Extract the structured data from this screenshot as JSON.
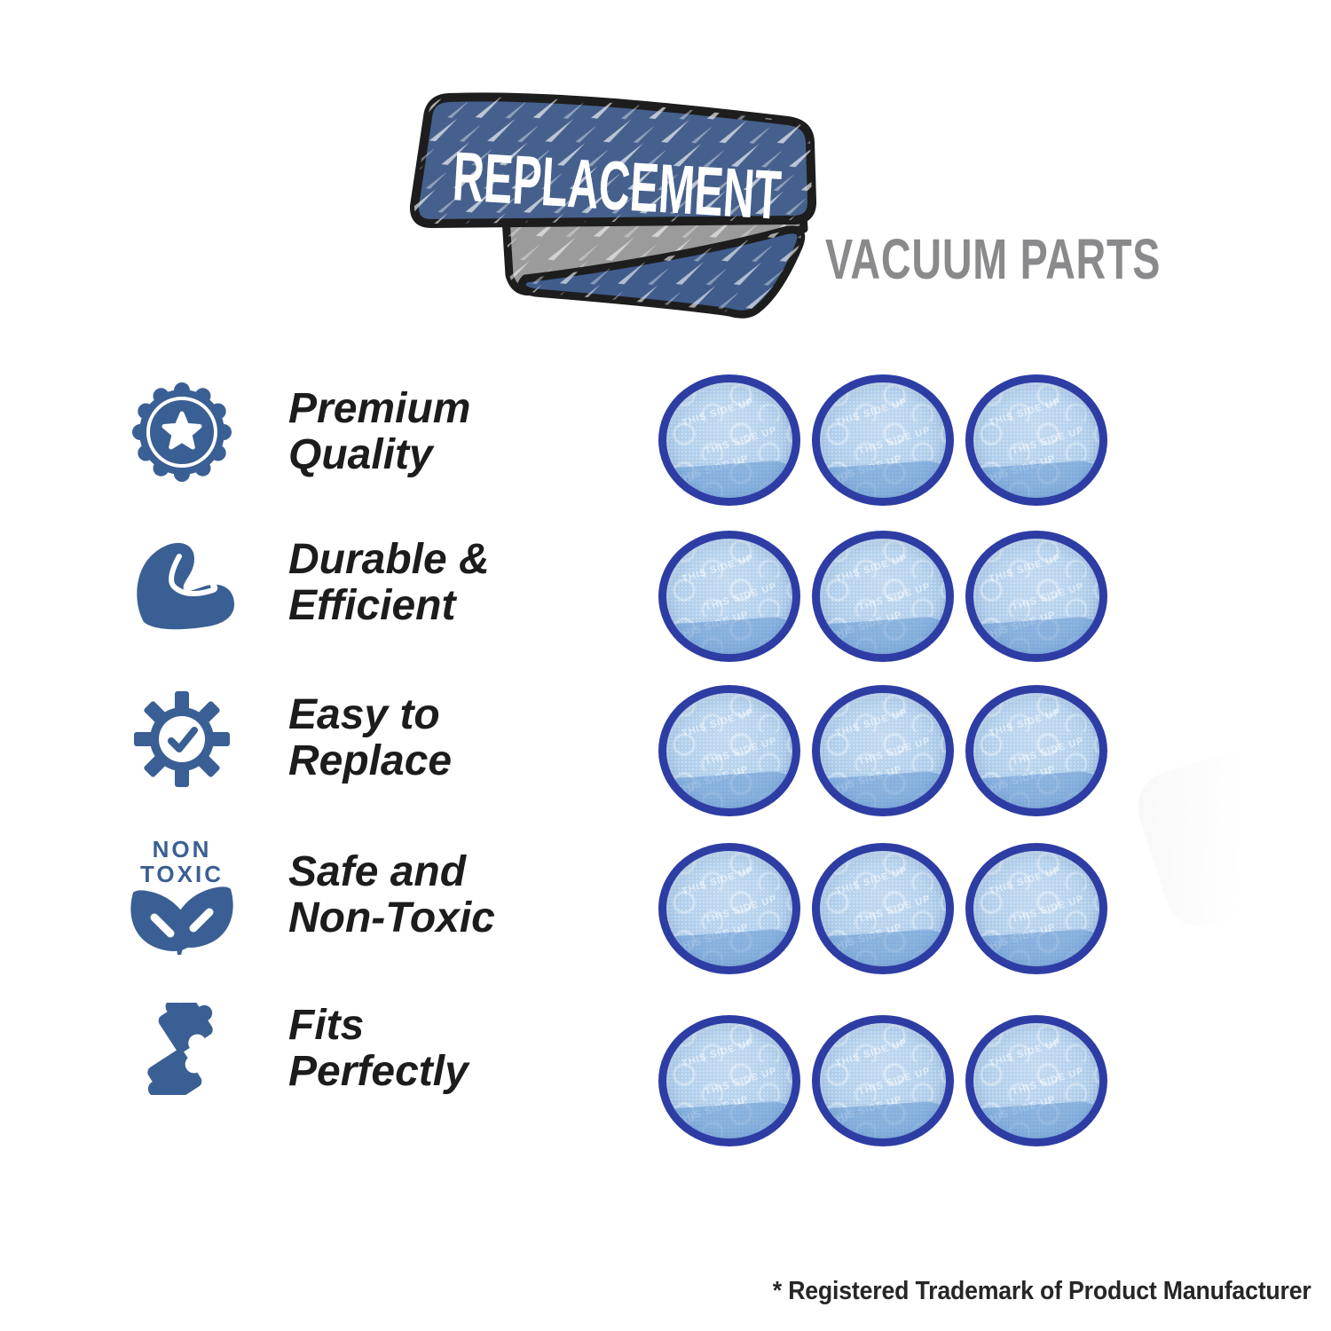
{
  "page": {
    "background_color": "#ffffff"
  },
  "header": {
    "badge_label": "REPLACEMENT",
    "title": "VACUUM PARTS",
    "colors": {
      "banner_fill": "#45608c",
      "tail_fill": "#3f5c8b",
      "fold_fill": "#9b9b9b",
      "outline": "#1d1d1d",
      "badge_text": "#ffffff",
      "title_text": "#8a8a8c"
    }
  },
  "features": [
    {
      "icon": "premium-quality-badge-icon",
      "lines": [
        "Premium",
        "Quality"
      ]
    },
    {
      "icon": "muscle-arm-icon",
      "lines": [
        "Durable &",
        "Efficient"
      ]
    },
    {
      "icon": "gear-check-icon",
      "lines": [
        "Easy to",
        "Replace"
      ]
    },
    {
      "icon": "non-toxic-leaves-icon",
      "lines": [
        "Safe and",
        "Non-Toxic"
      ],
      "icon_text": [
        "NON",
        "TOXIC"
      ]
    },
    {
      "icon": "puzzle-pieces-icon",
      "lines": [
        "Fits",
        "Perfectly"
      ]
    }
  ],
  "features_style": {
    "icon_color": "#3a5f94",
    "text_color": "#1c1c1c"
  },
  "product_grid": {
    "item_name": "vacuum filter",
    "rows": 5,
    "columns": 3,
    "count": 15,
    "watermark_text": "THIS SIDE UP",
    "colors": {
      "rim": "#2e3da4",
      "mesh": "#abcbea",
      "band": "rgba(86,142,205,0.85)"
    }
  },
  "footer": {
    "note": "* Registered Trademark of Product Manufacturer",
    "text_color": "#262626"
  }
}
